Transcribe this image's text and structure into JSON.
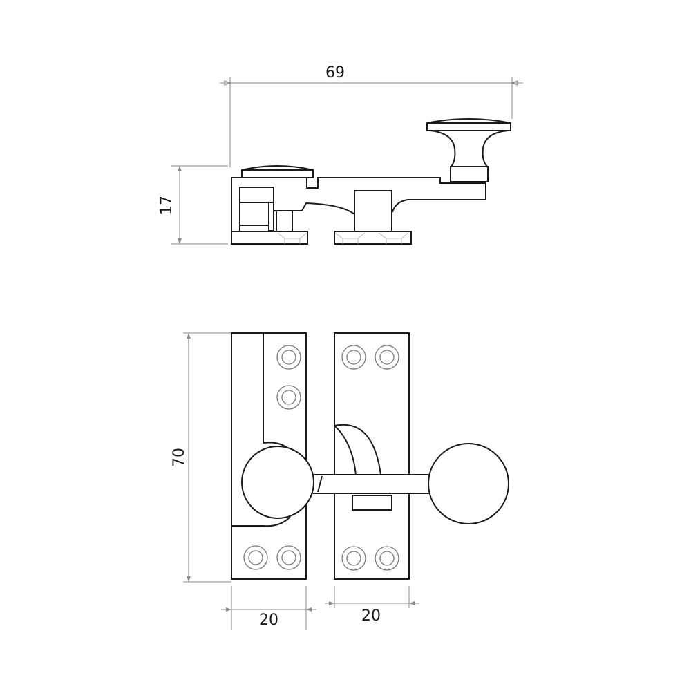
{
  "drawing": {
    "side_view": {
      "overall_length_label": "69",
      "height_label": "17"
    },
    "front_view": {
      "height_label": "70",
      "keeper_width_label": "20",
      "latch_plate_width_label": "20"
    },
    "colors": {
      "line": "#1a1a1a",
      "dimension": "#8a8a8a",
      "background": "#ffffff"
    }
  }
}
